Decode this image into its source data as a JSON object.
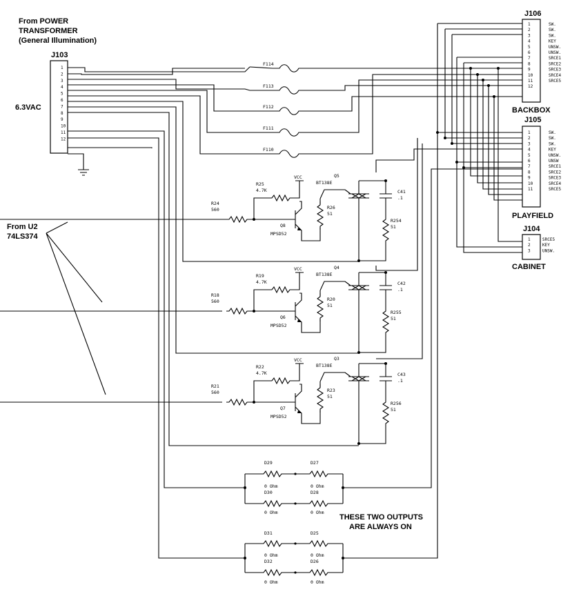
{
  "labels": {
    "source_line1": "From POWER",
    "source_line2": "TRANSFORMER",
    "source_line3": "(General Illumination)",
    "supply": "6.3VAC",
    "driver_line1": "From U2",
    "driver_line2": "74LS374",
    "note_line1": "THESE TWO OUTPUTS",
    "note_line2": "ARE ALWAYS ON",
    "vcc": "VCC"
  },
  "connectors": {
    "j103": {
      "name": "J103",
      "pins": [
        "1",
        "2",
        "3",
        "4",
        "5",
        "6",
        "7",
        "8",
        "9",
        "10",
        "11",
        "12"
      ]
    },
    "j106": {
      "name": "J106",
      "caption": "BACKBOX",
      "pins": [
        "1",
        "2",
        "3",
        "4",
        "5",
        "6",
        "7",
        "8",
        "9",
        "10",
        "11",
        "12"
      ],
      "signals": [
        "SW.",
        "SW.",
        "SW.",
        "KEY",
        "UNSW.",
        "UNSW.",
        "SRCE1",
        "SRCE2",
        "SRCE3",
        "SRCE4",
        "SRCE5",
        ""
      ]
    },
    "j105": {
      "name": "J105",
      "caption": "PLAYFIELD",
      "pins": [
        "1",
        "2",
        "3",
        "4",
        "5",
        "6",
        "7",
        "8",
        "9",
        "10",
        "11"
      ],
      "signals": [
        "SW.",
        "SW.",
        "SW.",
        "KEY",
        "UNSW.",
        "UNSW",
        "SRCE1",
        "SRCE2",
        "SRCE3",
        "SRCE4",
        "SRCE5"
      ]
    },
    "j104": {
      "name": "J104",
      "caption": "CABINET",
      "pins": [
        "1",
        "2",
        "3"
      ],
      "signals": [
        "SRCE5",
        "KEY",
        "UNSW."
      ]
    }
  },
  "fuses": [
    "F114",
    "F113",
    "F112",
    "F111",
    "F110"
  ],
  "stages": [
    {
      "base_r": "R24",
      "base_v": "560",
      "pull_r": "R25",
      "pull_v": "4.7K",
      "transistor": "Q8",
      "transistor_type": "MPSD52",
      "gate_r": "R26",
      "gate_v": "51",
      "triac": "Q5",
      "triac_type": "BT138E",
      "cap": "C41",
      "cap_v": ".1",
      "snub_r": "R254",
      "snub_v": "51"
    },
    {
      "base_r": "R18",
      "base_v": "560",
      "pull_r": "R19",
      "pull_v": "4.7K",
      "transistor": "Q6",
      "transistor_type": "MPSD52",
      "gate_r": "R20",
      "gate_v": "51",
      "triac": "Q4",
      "triac_type": "BT138E",
      "cap": "C42",
      "cap_v": ".1",
      "snub_r": "R255",
      "snub_v": "51"
    },
    {
      "base_r": "R21",
      "base_v": "560",
      "pull_r": "R22",
      "pull_v": "4.7K",
      "transistor": "Q7",
      "transistor_type": "MPSD52",
      "gate_r": "R23",
      "gate_v": "51",
      "triac": "Q3",
      "triac_type": "BT138E",
      "cap": "C43",
      "cap_v": ".1",
      "snub_r": "R256",
      "snub_v": "51"
    }
  ],
  "resistor_networks": [
    {
      "tl": "D29",
      "tr": "D27",
      "ml": "D30",
      "mr": "D28",
      "tl_v": "0 Ohm",
      "tr_v": "0 Ohm",
      "bl_v": "0 Ohm",
      "br_v": "0 Ohm"
    },
    {
      "tl": "D31",
      "tr": "D25",
      "ml": "D32",
      "mr": "D26",
      "tl_v": "0 Ohm",
      "tr_v": "0 Ohm",
      "bl_v": "0 Ohm",
      "br_v": "0 Ohm"
    }
  ]
}
